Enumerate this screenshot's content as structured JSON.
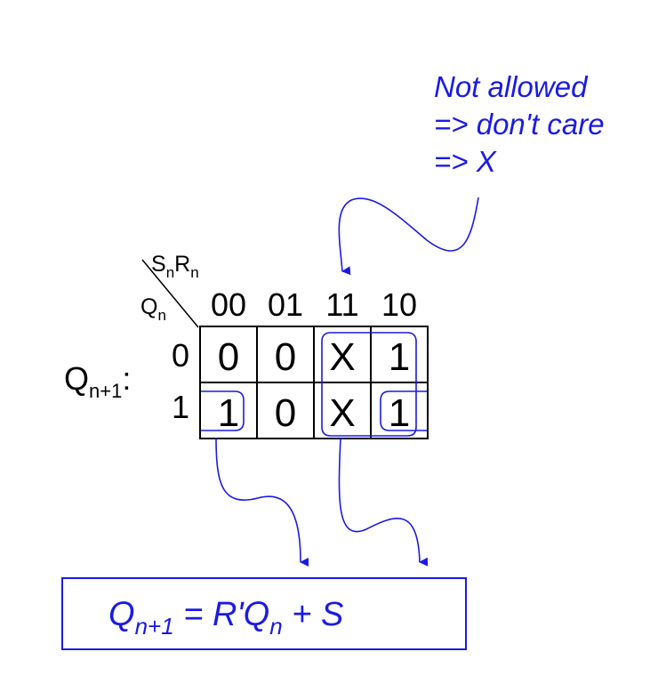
{
  "annotation": {
    "lines": [
      "Not allowed",
      "=> don't care",
      "=> X"
    ]
  },
  "kmap": {
    "label_main": "Q",
    "label_sub": "n+1",
    "label_colon": ":",
    "corner_top_main": "S",
    "corner_top_sub1": "n",
    "corner_top_mid": "R",
    "corner_top_sub2": "n",
    "corner_left_main": "Q",
    "corner_left_sub": "n",
    "col_headers": [
      "00",
      "01",
      "11",
      "10"
    ],
    "row_headers": [
      "0",
      "1"
    ],
    "cells": [
      [
        "0",
        "0",
        "X",
        "1"
      ],
      [
        "1",
        "0",
        "X",
        "1"
      ]
    ]
  },
  "equation": {
    "q": "Q",
    "q_sub": "n+1",
    "eq": " = R'Q",
    "qn_sub": "n",
    "rest": " + S"
  },
  "colors": {
    "accent": "#1a1ae6",
    "grid": "#000000"
  }
}
